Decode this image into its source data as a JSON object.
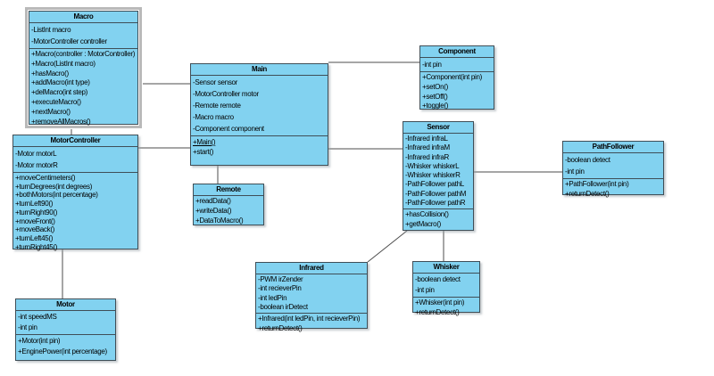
{
  "palette": {
    "class_fill": "#82d2f0",
    "class_border": "#3f4e57",
    "connector_color": "#4d4d4d",
    "selection_frame": "#b9b9b9",
    "canvas_background": "#ffffff"
  },
  "classes": {
    "macro": {
      "title": "Macro",
      "selected": true,
      "attributes": [
        "-ListInt macro",
        "-MotorController controller"
      ],
      "methods": [
        "+Macro(controller : MotorController)",
        "+Macro(ListInt macro)",
        "+hasMacro()",
        "+addMacro(int type)",
        "+delMacro(int step)",
        "+executeMacro()",
        "+nextMacro()",
        "+removeAllMacros()"
      ]
    },
    "motor_controller": {
      "title": "MotorController",
      "attributes": [
        "-Motor motorL",
        "-Motor motorR"
      ],
      "methods": [
        "+moveCentimeters()",
        "+turnDegrees(int degrees)",
        "+bothMotors(int percentage)",
        "+turnLeft90()",
        "+turnRight90()",
        "+moveFront()",
        "+moveBack()",
        "+turnLeft45()",
        "+turnRight45()"
      ]
    },
    "motor": {
      "title": "Motor",
      "attributes": [
        "-int speedMS",
        "-int pin"
      ],
      "methods": [
        "+Motor(int pin)",
        "+EnginePower(int percentage)"
      ]
    },
    "main": {
      "title": "Main",
      "attributes": [
        "-Sensor sensor",
        "-MotorController motor",
        "-Remote remote",
        "-Macro macro",
        "-Component component"
      ],
      "methods": [
        "+Main()",
        "+start()"
      ],
      "static_methods": [
        "+Main()"
      ]
    },
    "remote": {
      "title": "Remote",
      "methods": [
        "+readData()",
        "+writeData()",
        "+DataToMacro()"
      ]
    },
    "component": {
      "title": "Component",
      "attributes": [
        "-int pin"
      ],
      "methods": [
        "+Component(int pin)",
        "+setOn()",
        "+setOff()",
        "+toggle()"
      ]
    },
    "sensor": {
      "title": "Sensor",
      "attributes": [
        "-Infrared infraL",
        "-Infrared infraM",
        "-Infrared infraR",
        "-Whisker whiskerL",
        "-Whisker whiskerR",
        "-PathFollower pathL",
        "-PathFollower pathM",
        "-PathFollower pathR"
      ],
      "methods": [
        "+hasCollision()",
        "+getMacro()"
      ]
    },
    "path_follower": {
      "title": "PathFollower",
      "attributes": [
        "-boolean detect",
        "-int pin"
      ],
      "methods": [
        "+PathFollower(int pin)",
        "+returnDetect()"
      ]
    },
    "infrared": {
      "title": "Infrared",
      "attributes": [
        "-PWM irZender",
        "-int recieverPin",
        "-int ledPin",
        "-boolean irDetect"
      ],
      "methods": [
        "+Infrared(int ledPin, int recieverPin)",
        "+returnDetect()"
      ]
    },
    "whisker": {
      "title": "Whisker",
      "attributes": [
        "-boolean detect",
        "-int pin"
      ],
      "methods": [
        "+Whisker(int pin)",
        "+returnDetect()"
      ]
    }
  },
  "connections": [
    {
      "from": "Macro",
      "to": "Main"
    },
    {
      "from": "Macro",
      "to": "MotorController"
    },
    {
      "from": "MotorController",
      "to": "Main"
    },
    {
      "from": "MotorController",
      "to": "Motor"
    },
    {
      "from": "Main",
      "to": "Component"
    },
    {
      "from": "Main",
      "to": "Sensor"
    },
    {
      "from": "Main",
      "to": "Remote"
    },
    {
      "from": "Sensor",
      "to": "PathFollower"
    },
    {
      "from": "Sensor",
      "to": "Whisker"
    },
    {
      "from": "Sensor",
      "to": "Infrared"
    }
  ]
}
